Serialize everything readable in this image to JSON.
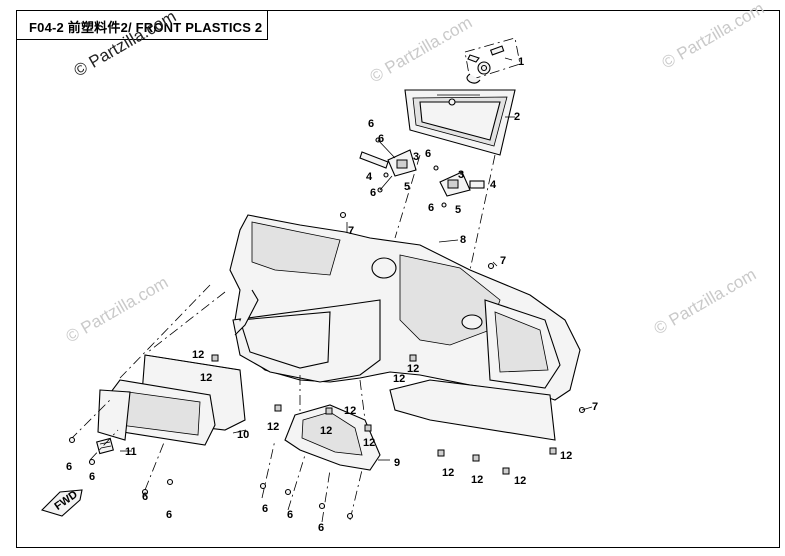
{
  "title": "F04-2 前塑料件2/ FRONT PLASTICS 2",
  "watermarks": [
    "© Partzilla.com",
    "© Partzilla.com",
    "© Partzilla.com",
    "© Partzilla.com",
    "© Partzilla.com",
    "© Partzilla.com"
  ],
  "fwd_label": "FWD",
  "callouts": [
    "1",
    "2",
    "3",
    "4",
    "5",
    "6",
    "6",
    "6",
    "3",
    "4",
    "5",
    "6",
    "6",
    "7",
    "7",
    "7",
    "8",
    "9",
    "10",
    "11",
    "12",
    "12",
    "12",
    "12",
    "12",
    "12",
    "12",
    "12",
    "12",
    "12",
    "12",
    "12",
    "6",
    "6",
    "6",
    "6",
    "6",
    "6",
    "6"
  ],
  "colors": {
    "line": "#000000",
    "watermark": "#c9c9c9",
    "background": "#ffffff"
  }
}
